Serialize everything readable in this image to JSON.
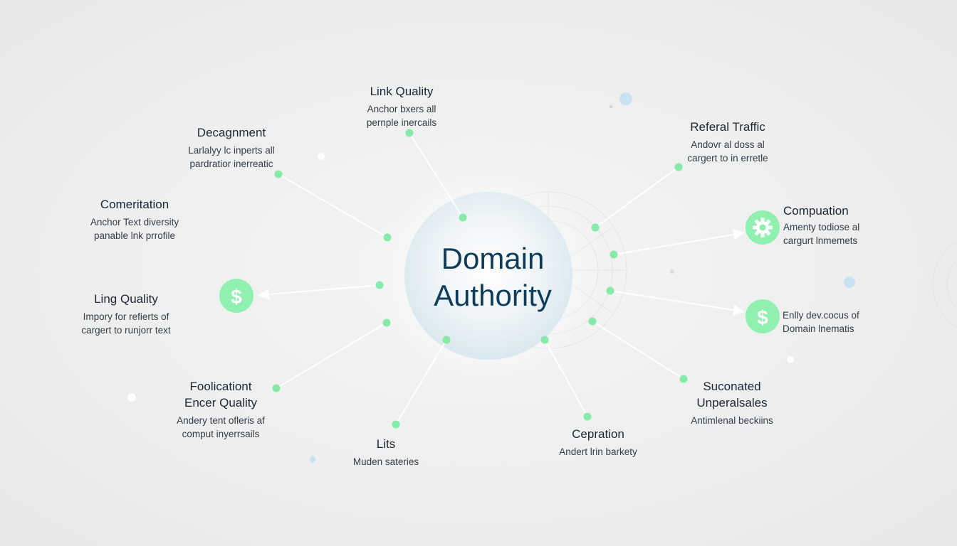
{
  "center": {
    "line1": "Domain",
    "line2": "Authority"
  },
  "nodes": [
    {
      "id": "link-quality",
      "title": "Link Quality",
      "desc": [
        "Anchor bxers all",
        "pernple inercails"
      ]
    },
    {
      "id": "decagnment",
      "title": "Decagnment",
      "desc": [
        "Larlalyy lc inperts all",
        "pardratior inerreatic"
      ]
    },
    {
      "id": "comeritation",
      "title": "Comeritation",
      "desc": [
        "Anchor Text diversity",
        "panable lnk prrofile"
      ]
    },
    {
      "id": "ling-quality",
      "title": "Ling Quality",
      "desc": [
        "Impory for refierts of",
        "cargert to runjorr text"
      ]
    },
    {
      "id": "foolicationt",
      "title": "Foolicationt\nEncer Quality",
      "desc": [
        "Andery tent ofleris af",
        "comput inyerrsails"
      ]
    },
    {
      "id": "lits",
      "title": "Lits",
      "desc": [
        "Muden sateries"
      ]
    },
    {
      "id": "cepration",
      "title": "Cepration",
      "desc": [
        "Andert lrin barkety"
      ]
    },
    {
      "id": "suconated",
      "title": "Suconated\nUnperalsales",
      "desc": [
        "Antimlenal beckiins"
      ]
    },
    {
      "id": "referal-traffic",
      "title": "Referal Traffic",
      "desc": [
        "Andovr al doss al",
        "cargert to in erretle"
      ]
    },
    {
      "id": "compuation",
      "title": "Compuation",
      "desc": [
        "Amenty todiose al",
        "cargurt lnmemets"
      ]
    },
    {
      "id": "enlly",
      "title": "",
      "desc": [
        "Enlly dev.cocus of",
        "Domain lnematis"
      ]
    }
  ],
  "icons": [
    {
      "id": "left-dollar",
      "glyph": "$",
      "name": "dollar-icon"
    },
    {
      "id": "right-gear",
      "glyph": "gear",
      "name": "gear-icon"
    },
    {
      "id": "right-dollar",
      "glyph": "$",
      "name": "dollar-icon"
    }
  ],
  "colors": {
    "accent": "#86eaa8",
    "icon_bg": "#8ff0b0",
    "line": "#ffffff",
    "title": "#0f3c58"
  }
}
